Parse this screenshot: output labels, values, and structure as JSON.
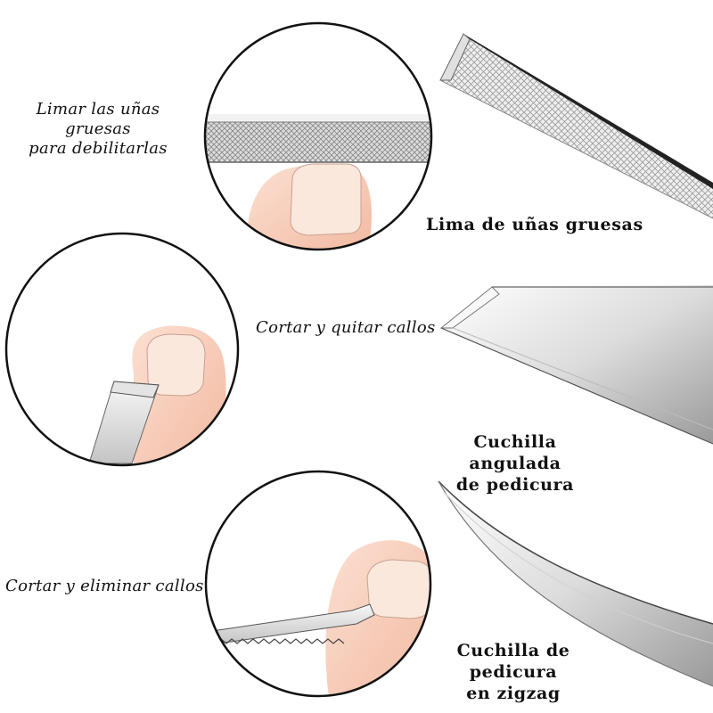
{
  "sections": [
    {
      "caption_lines": [
        "Limar las uñas gruesas",
        "para debilitarlas"
      ],
      "title_lines": [
        "Lima de uñas gruesas"
      ],
      "icon": "nail-file-illustration"
    },
    {
      "caption_lines": [
        "Cortar y quitar callos"
      ],
      "title_lines": [
        "Cuchilla angulada",
        "de pedicura"
      ],
      "icon": "angled-blade-illustration"
    },
    {
      "caption_lines": [
        "Cortar y eliminar callos"
      ],
      "title_lines": [
        "Cuchilla de pedicura",
        "en zigzag"
      ],
      "icon": "zigzag-blade-illustration"
    }
  ],
  "colors": {
    "skin": "#f6cdb9",
    "nail": "#fbe8dc",
    "steel_light": "#f4f4f4",
    "steel_dark": "#8c8c8c",
    "outline": "#111111"
  }
}
